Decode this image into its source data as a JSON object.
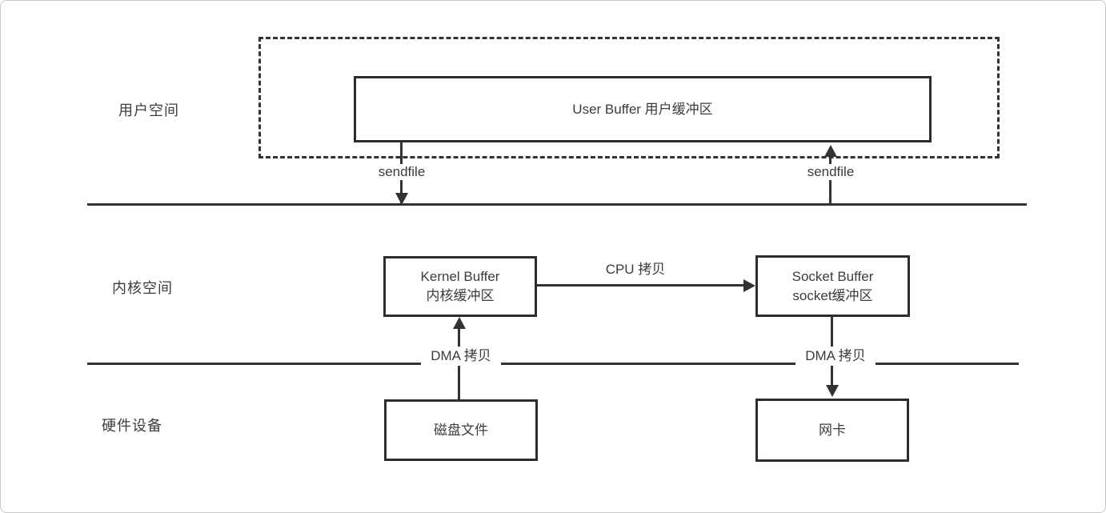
{
  "regions": {
    "user_space": {
      "label": "用户空间"
    },
    "kernel_space": {
      "label": "内核空间"
    },
    "hardware": {
      "label": "硬件设备"
    }
  },
  "nodes": {
    "user_buffer": {
      "label": "User Buffer 用户缓冲区"
    },
    "kernel_buffer": {
      "title": "Kernel Buffer",
      "subtitle": "内核缓冲区"
    },
    "socket_buffer": {
      "title": "Socket Buffer",
      "subtitle": "socket缓冲区"
    },
    "disk_file": {
      "label": "磁盘文件"
    },
    "nic": {
      "label": "网卡"
    }
  },
  "edges": {
    "sendfile_left": {
      "label": "sendfile",
      "direction": "down"
    },
    "sendfile_right": {
      "label": "sendfile",
      "direction": "up"
    },
    "cpu_copy": {
      "label": "CPU 拷贝",
      "direction": "right"
    },
    "dma_copy_left": {
      "label": "DMA 拷贝",
      "direction": "up"
    },
    "dma_copy_right": {
      "label": "DMA 拷贝",
      "direction": "down"
    }
  },
  "colors": {
    "stroke": "#333333",
    "text": "#3c3c3c",
    "background": "#ffffff",
    "frame_border": "#c9c9c9"
  }
}
